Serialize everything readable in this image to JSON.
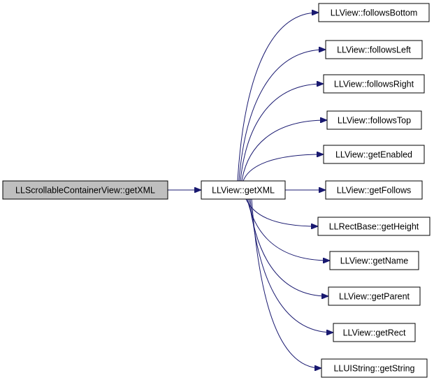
{
  "graph": {
    "root": {
      "label": "LLScrollableContainerView::getXML",
      "fill": "#bfbfbf"
    },
    "hub": {
      "label": "LLView::getXML",
      "fill": "#ffffff"
    },
    "callees": [
      {
        "label": "LLView::followsBottom"
      },
      {
        "label": "LLView::followsLeft"
      },
      {
        "label": "LLView::followsRight"
      },
      {
        "label": "LLView::followsTop"
      },
      {
        "label": "LLView::getEnabled"
      },
      {
        "label": "LLView::getFollows"
      },
      {
        "label": "LLRectBase::getHeight"
      },
      {
        "label": "LLView::getName"
      },
      {
        "label": "LLView::getParent"
      },
      {
        "label": "LLView::getRect"
      },
      {
        "label": "LLUIString::getString"
      }
    ],
    "edge_color": "#191970"
  }
}
